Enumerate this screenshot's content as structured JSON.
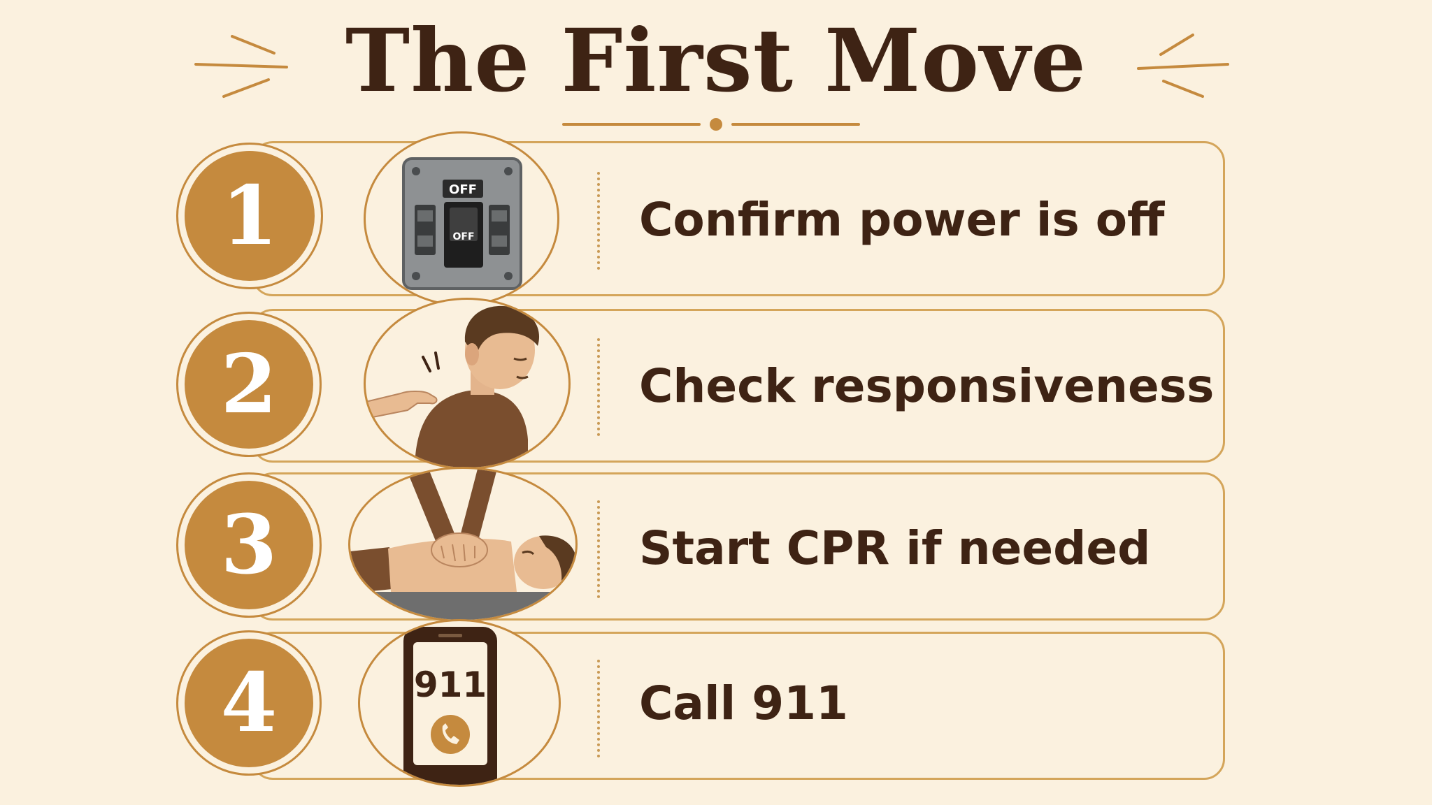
{
  "title": "The First Move",
  "steps": [
    {
      "number": "1",
      "label": "Confirm power is off",
      "icon": "breaker-switch-off-icon"
    },
    {
      "number": "2",
      "label": "Check responsiveness",
      "icon": "shoulder-tap-icon"
    },
    {
      "number": "3",
      "label": "Start CPR if needed",
      "icon": "cpr-compressions-icon"
    },
    {
      "number": "4",
      "label": "Call 911",
      "icon": "phone-911-icon"
    }
  ],
  "switch": {
    "top_label": "OFF",
    "lever_label": "OFF"
  },
  "phone": {
    "screen_number": "911"
  },
  "colors": {
    "background": "#fbf1df",
    "accent": "#c58a3e",
    "border": "#d4a55a",
    "text": "#3e2314"
  }
}
